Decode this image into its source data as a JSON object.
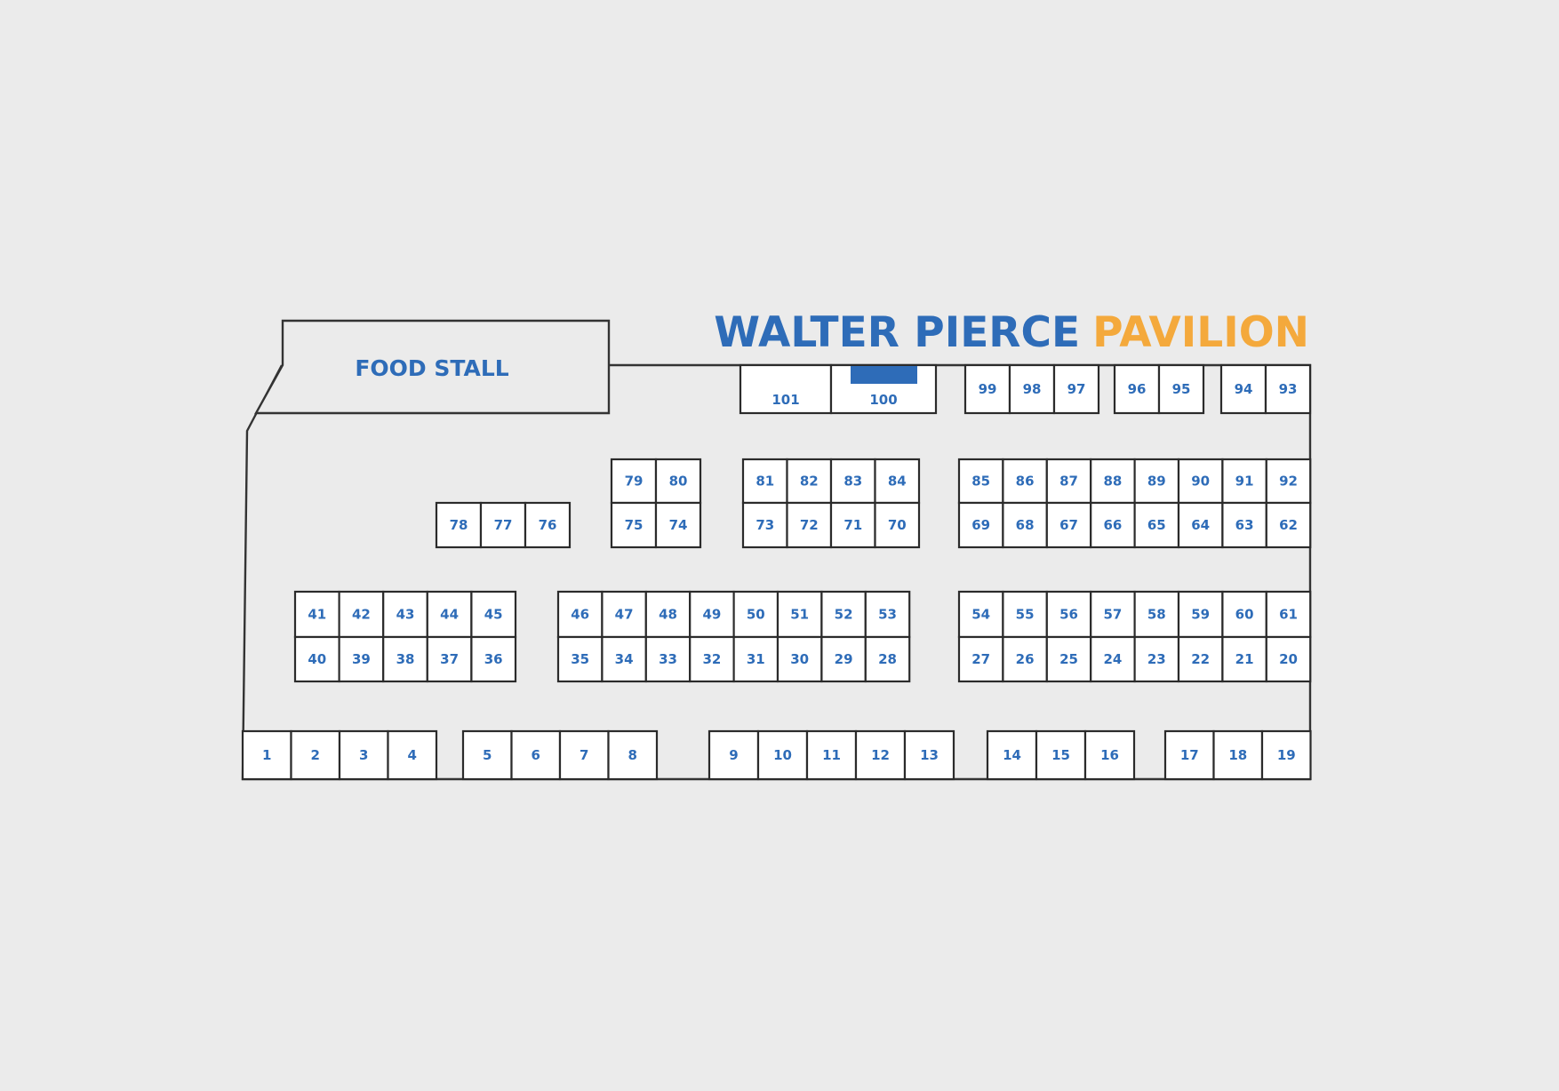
{
  "title": {
    "part1": "WALTER PIERCE",
    "part2": "PAVILION"
  },
  "food_stall": {
    "label": "FOOD STALL"
  },
  "booths": [
    "1",
    "2",
    "3",
    "4",
    "5",
    "6",
    "7",
    "8",
    "9",
    "10",
    "11",
    "12",
    "13",
    "14",
    "15",
    "16",
    "17",
    "18",
    "19",
    "20",
    "21",
    "22",
    "23",
    "24",
    "25",
    "26",
    "27",
    "28",
    "29",
    "30",
    "31",
    "32",
    "33",
    "34",
    "35",
    "36",
    "37",
    "38",
    "39",
    "40",
    "41",
    "42",
    "43",
    "44",
    "45",
    "46",
    "47",
    "48",
    "49",
    "50",
    "51",
    "52",
    "53",
    "54",
    "55",
    "56",
    "57",
    "58",
    "59",
    "60",
    "61",
    "62",
    "63",
    "64",
    "65",
    "66",
    "67",
    "68",
    "69",
    "70",
    "71",
    "72",
    "73",
    "74",
    "75",
    "76",
    "77",
    "78",
    "79",
    "80",
    "81",
    "82",
    "83",
    "84",
    "85",
    "86",
    "87",
    "88",
    "89",
    "90",
    "91",
    "92",
    "93",
    "94",
    "95",
    "96",
    "97",
    "98",
    "99",
    "100",
    "101"
  ],
  "colors": {
    "accent_blue": "#2e6cb8",
    "accent_orange": "#f4a93c",
    "background": "#ebebeb"
  }
}
